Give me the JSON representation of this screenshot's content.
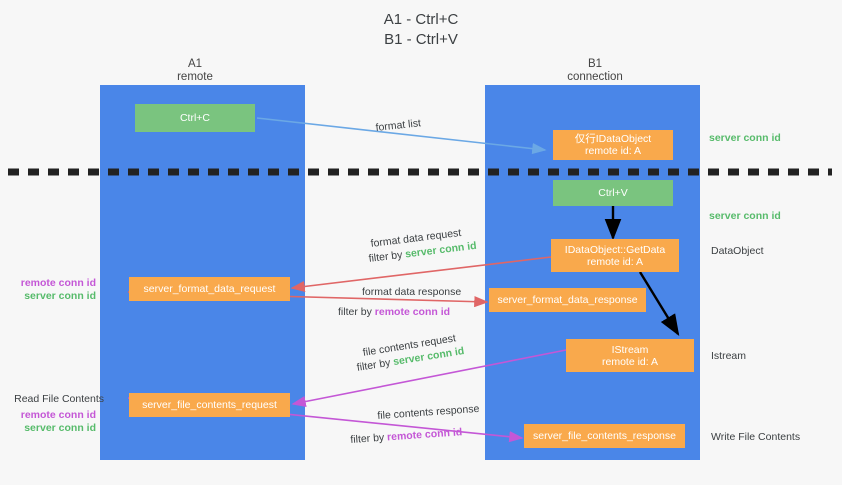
{
  "title": {
    "line1": "A1 - Ctrl+C",
    "line2": "B1 - Ctrl+V"
  },
  "colors": {
    "lane": "#4a86e8",
    "orange": "#f9a94c",
    "green": "#7ac47f",
    "green_text": "#57bb6b",
    "purple_text": "#c457d6",
    "arrow_blue": "#6ba8e5",
    "arrow_red": "#e06666",
    "arrow_purple": "#c457d6",
    "arrow_black": "#000000",
    "background": "#f7f7f7"
  },
  "lanes": [
    {
      "name": "A1",
      "sub": "remote"
    },
    {
      "name": "B1",
      "sub": "connection"
    }
  ],
  "nodes": {
    "ctrl_c": "Ctrl+C",
    "ctrl_v": "Ctrl+V",
    "idataobject": {
      "line1": "仅行IDataObject",
      "line2": "remote id: A"
    },
    "getdata": {
      "line1": "IDataObject::GetData",
      "line2": "remote id: A"
    },
    "istream": {
      "line1": "IStream",
      "line2": "remote id: A"
    },
    "format_data_request": "server_format_data_request",
    "format_data_response": "server_format_data_response",
    "file_contents_request": "server_file_contents_request",
    "file_contents_response": "server_file_contents_response"
  },
  "edge_labels": {
    "format_list": "format list",
    "format_data_request": "format data request",
    "format_data_response": "format data response",
    "file_contents_request": "file contents request",
    "file_contents_response": "file contents response",
    "filter_by": "filter by",
    "server_conn_id": "server conn id",
    "remote_conn_id": "remote conn id"
  },
  "right_annotations": [
    {
      "text": "server conn id",
      "kind": "green"
    },
    {
      "text": "server conn id",
      "kind": "green"
    },
    {
      "text": "DataObject",
      "kind": "plain"
    },
    {
      "text": "Istream",
      "kind": "plain"
    },
    {
      "text": "Write File Contents",
      "kind": "plain"
    }
  ],
  "left_annotations": {
    "group1": {
      "remote": "remote conn id",
      "server": "server conn id"
    },
    "read_file_contents": "Read File Contents",
    "group2": {
      "remote": "remote conn id",
      "server": "server conn id"
    }
  }
}
